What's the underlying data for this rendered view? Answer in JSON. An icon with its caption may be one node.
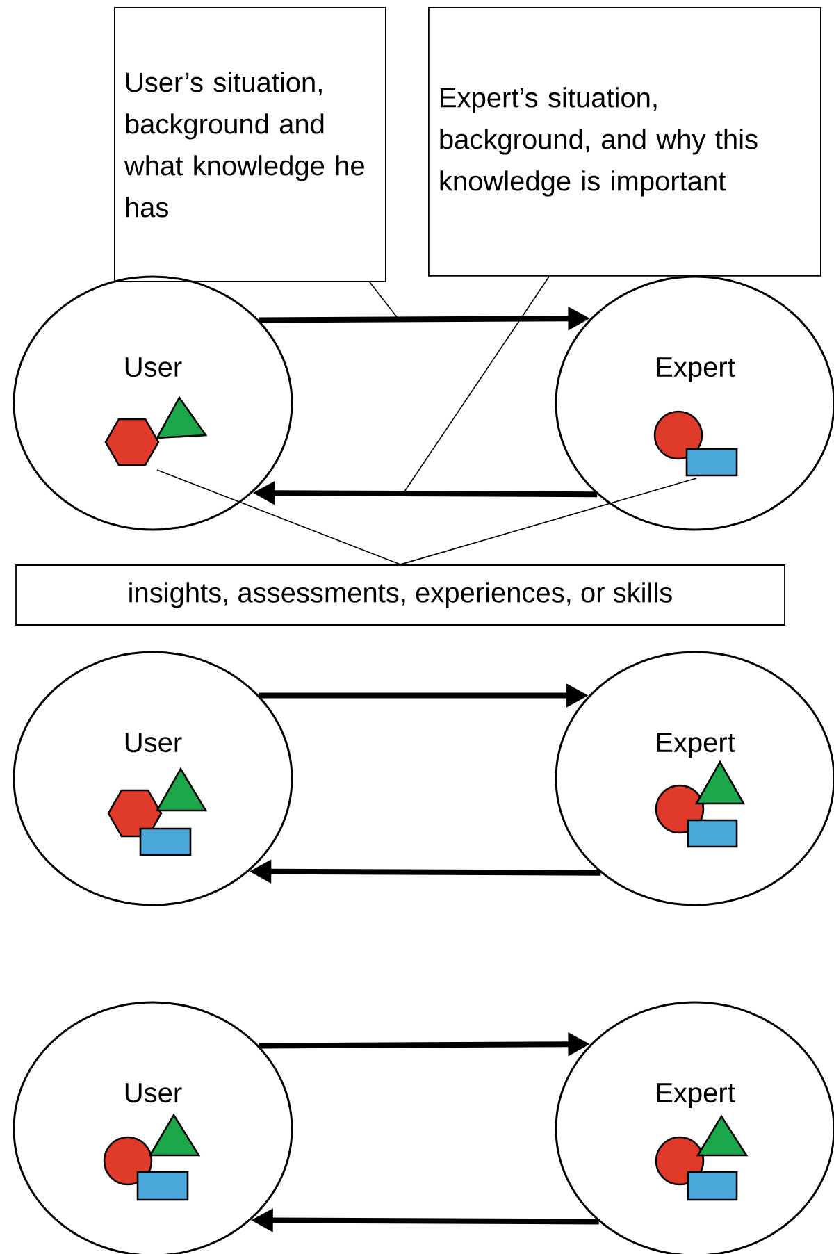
{
  "diagram": {
    "nodes": [
      {
        "text": [
          "User’s situation, background and what knowledge he has"
        ]
      },
      {
        "text": [
          "Expert’s situation, background, and why this knowledge is important"
        ]
      },
      {
        "text": [
          "User"
        ]
      },
      {
        "text": [],
        "shape": "picture",
        "in": 2
      },
      {
        "text": [
          "Expert"
        ]
      },
      {
        "text": [],
        "shape": "picture",
        "in": 4
      },
      {
        "text": [
          "insights, assessments, experiences, or skills"
        ]
      },
      {
        "text": [
          "User"
        ]
      },
      {
        "text": [],
        "shape": "picture",
        "in": 7
      },
      {
        "text": [
          "Expert"
        ]
      },
      {
        "text": [],
        "shape": "picture",
        "in": 9
      },
      {
        "text": [
          "User"
        ]
      },
      {
        "text": [],
        "shape": "picture",
        "in": 11
      },
      {
        "text": [
          "Expert"
        ]
      },
      {
        "text": [],
        "shape": "picture",
        "in": 13
      }
    ],
    "edges": [
      {
        "from": 2,
        "to": 4,
        "arrow": "to"
      },
      {
        "from": 4,
        "to": 2,
        "arrow": "to"
      },
      {
        "from": 0,
        "to": null,
        "arrow": "none"
      },
      {
        "from": 1,
        "to": null,
        "arrow": "none"
      },
      {
        "from": 6,
        "to": 3,
        "arrow": "none"
      },
      {
        "from": 6,
        "to": 5,
        "arrow": "none"
      },
      {
        "from": 7,
        "to": 9,
        "arrow": "to"
      },
      {
        "from": 9,
        "to": 7,
        "arrow": "to"
      },
      {
        "from": 11,
        "to": 13,
        "arrow": "to"
      },
      {
        "from": 13,
        "to": 11,
        "arrow": "to"
      }
    ]
  }
}
